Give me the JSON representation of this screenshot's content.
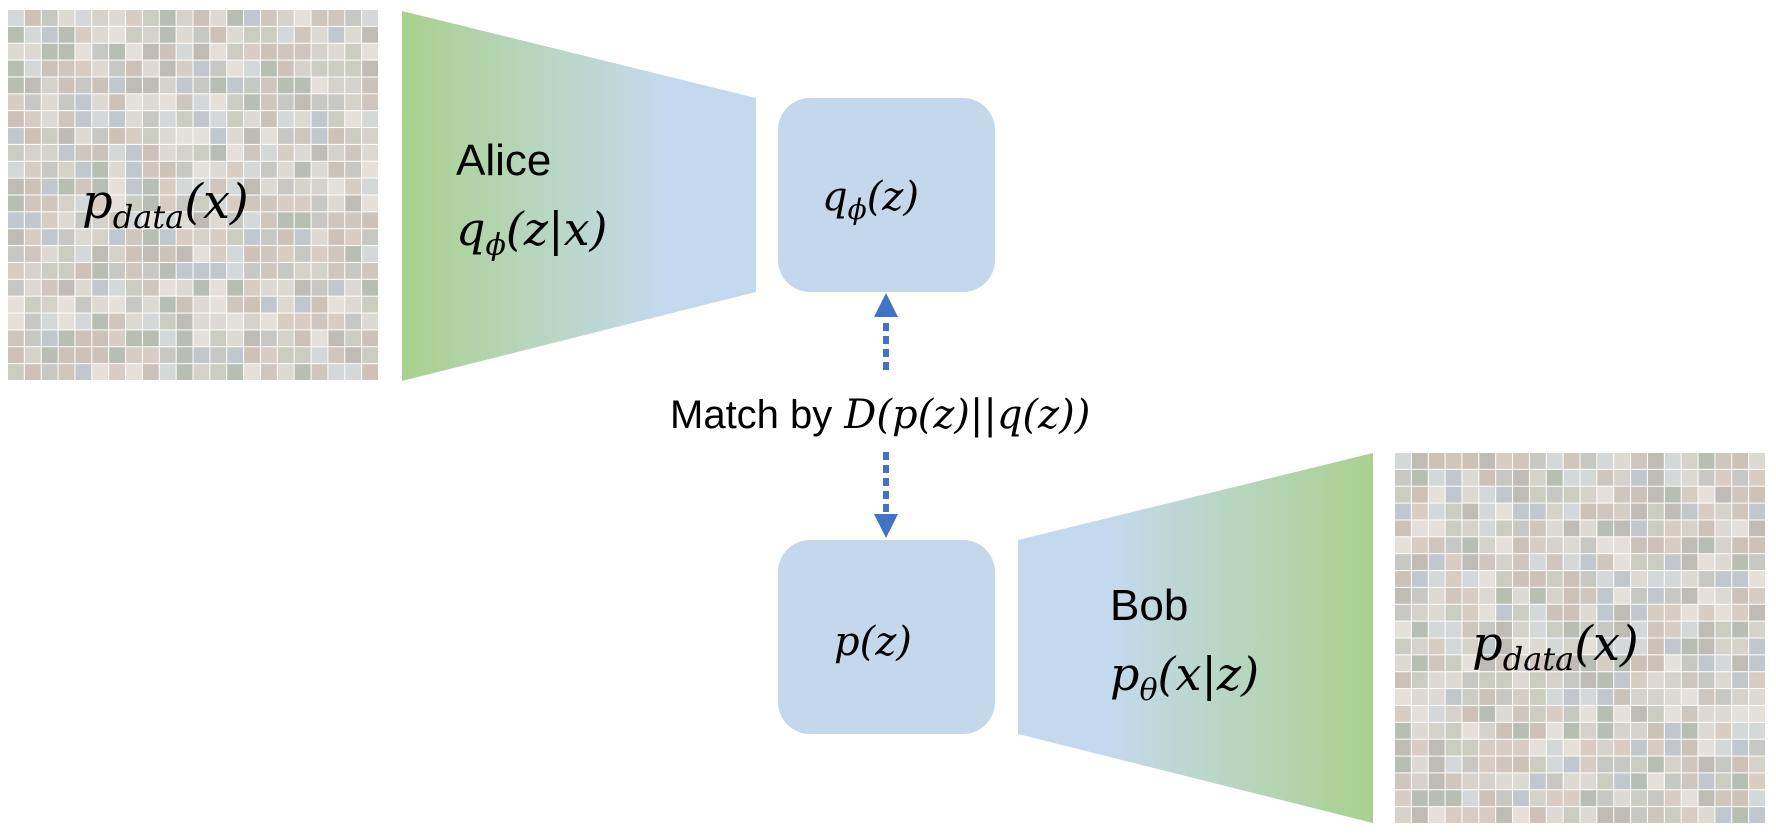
{
  "colors": {
    "node_fill": "#c5d7ea",
    "funnel_green": "#a9d18e",
    "funnel_blue": "#c5d9ee",
    "arrow": "#4472c4",
    "mosaic_palette": [
      "#9a9a92",
      "#b3ad9e",
      "#7f8a74",
      "#a89888",
      "#c1bbb0",
      "#8f9aa3",
      "#b8a493",
      "#9fa58c",
      "#d0c8bc",
      "#8a8478",
      "#b2b8bb",
      "#a4917c"
    ]
  },
  "left_image": {
    "label_main": "p",
    "label_sub": "data",
    "label_arg": "(x)"
  },
  "right_image": {
    "label_main": "p",
    "label_sub": "data",
    "label_arg": "(x)"
  },
  "encoder": {
    "name": "Alice",
    "dist_main": "q",
    "dist_sub": "ϕ",
    "dist_arg": "(z|x)"
  },
  "decoder": {
    "name": "Bob",
    "dist_main": "p",
    "dist_sub": "θ",
    "dist_arg": "(x|z)"
  },
  "posterior_node": {
    "main": "q",
    "sub": "ϕ",
    "arg": "(z)"
  },
  "prior_node": {
    "text": "p(z)"
  },
  "match": {
    "prefix": "Match by",
    "expr_main": "D",
    "expr_arg": "(p(z)||q(z))"
  },
  "icons": {
    "arrow_up": "arrow-up-icon",
    "arrow_down": "arrow-down-icon"
  }
}
